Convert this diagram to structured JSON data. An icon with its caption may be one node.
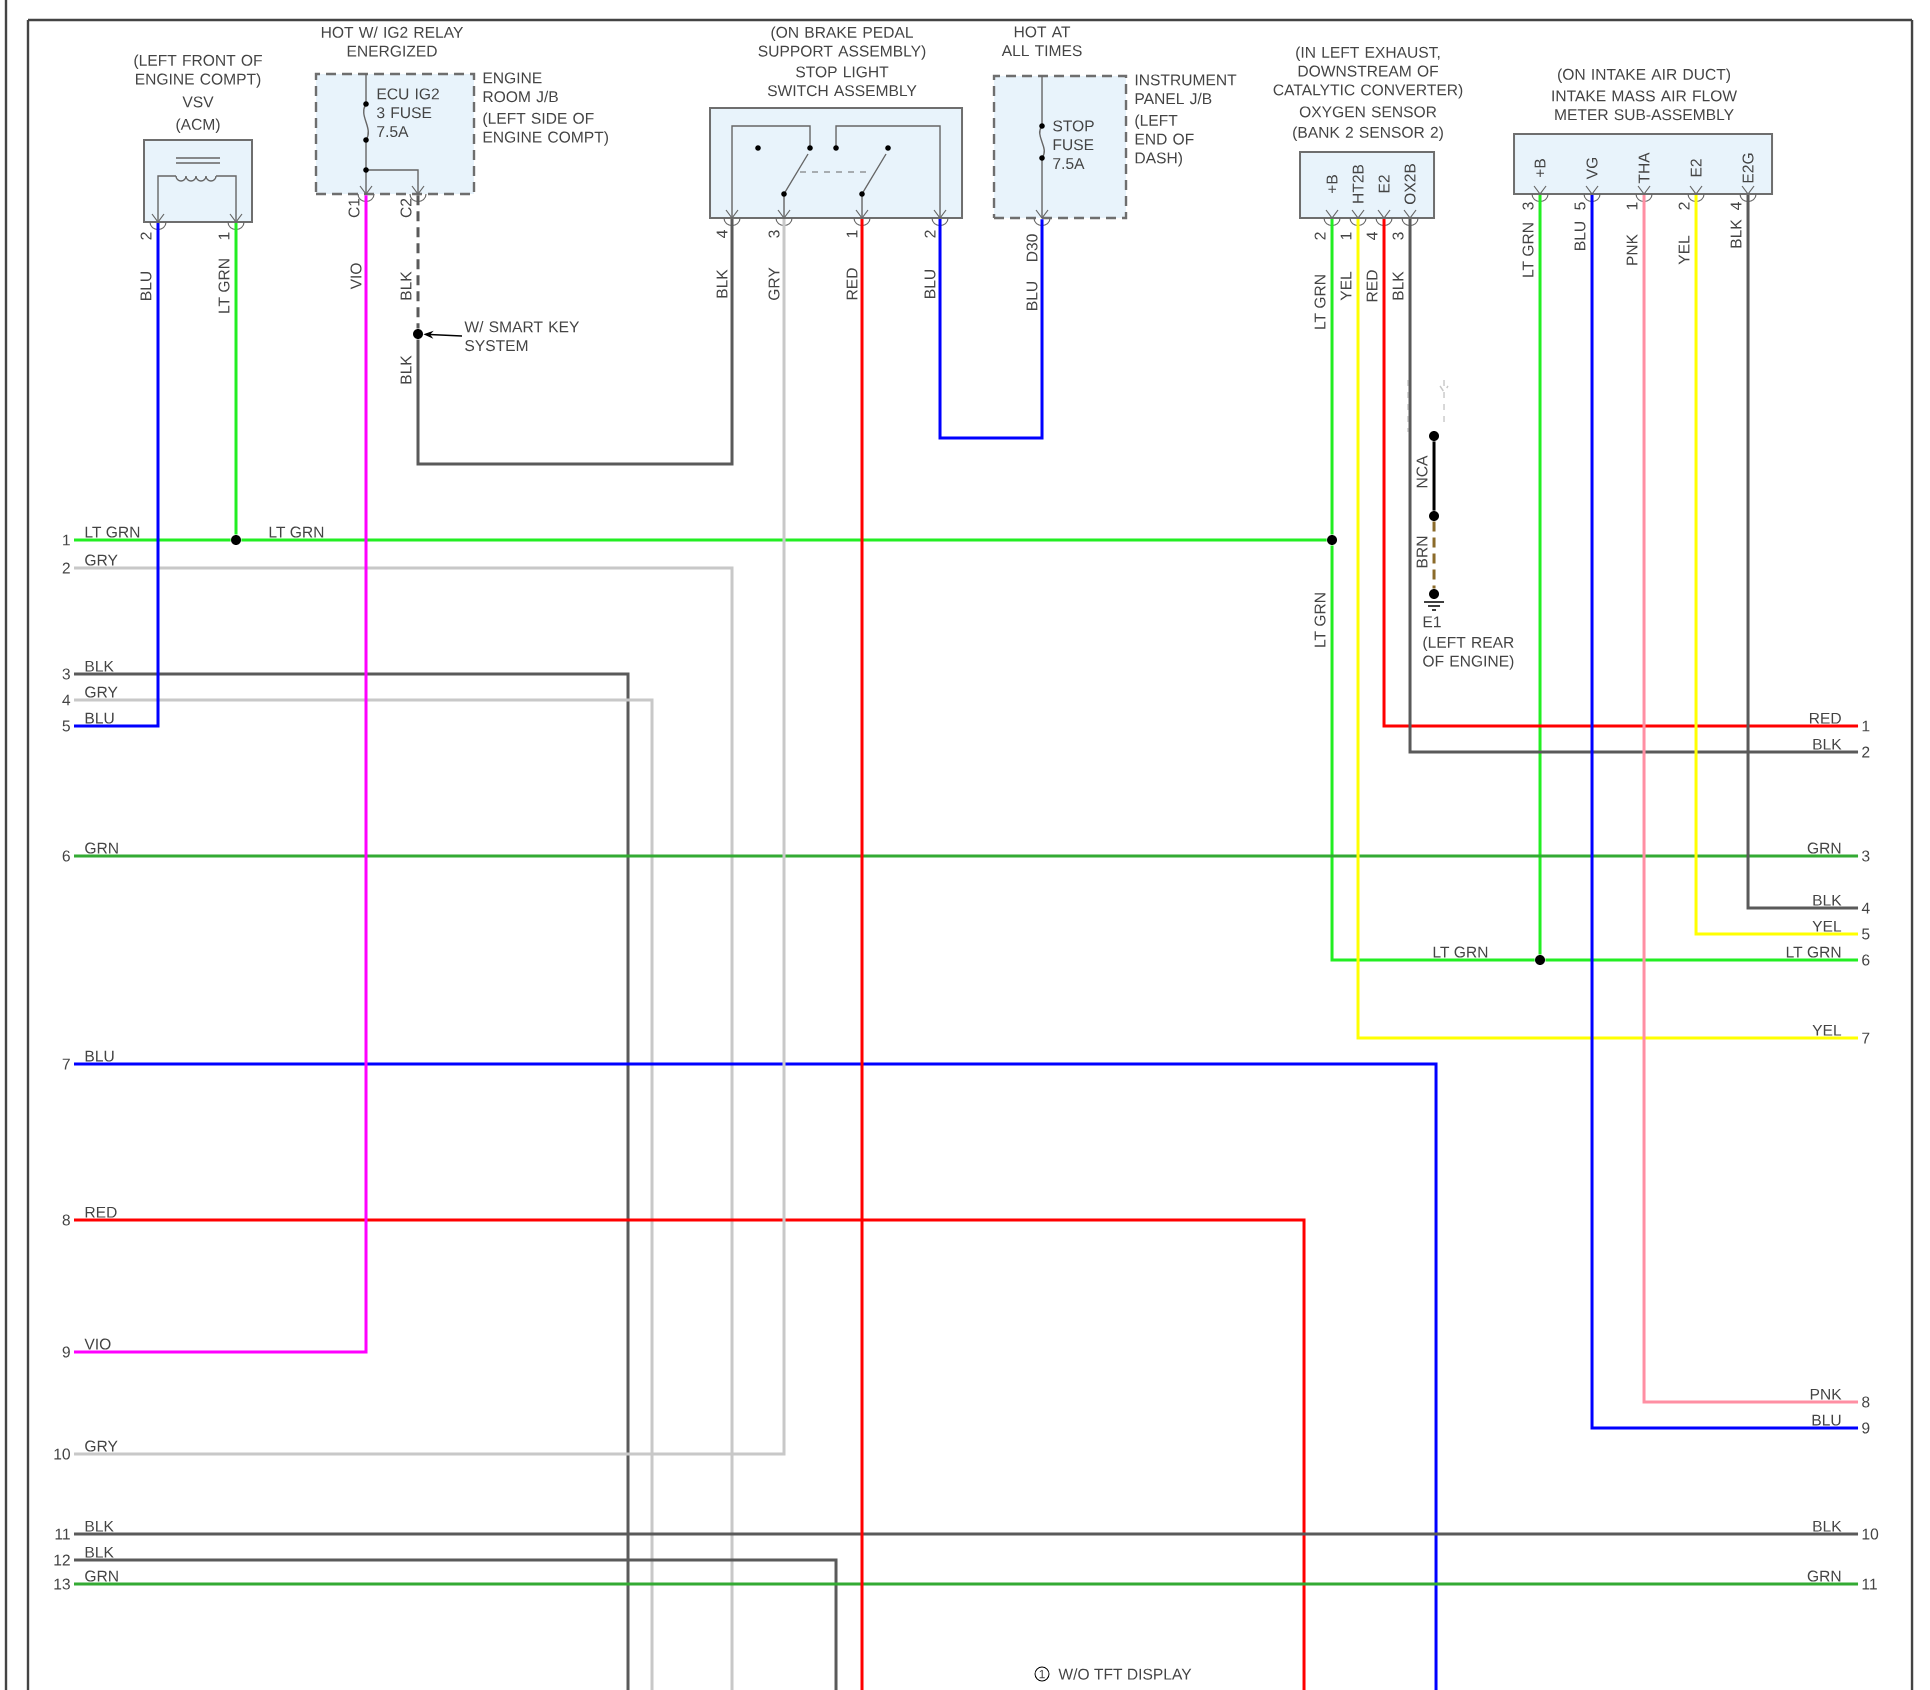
{
  "diagram": {
    "nodes": [
      {
        "text": [
          "(LEFT FRONT OF ENGINE COMPT)",
          "VSV",
          "(ACM)"
        ]
      },
      {
        "text": [
          "HOT W/ IG2 RELAY ENERGIZED",
          "ECU IG2 3 FUSE 7.5A",
          "ENGINE ROOM J/B",
          "(LEFT SIDE OF ENGINE COMPT)"
        ]
      },
      {
        "text": [
          "W/ SMART KEY SYSTEM"
        ]
      },
      {
        "text": [],
        "shape": "circle"
      },
      {
        "text": [
          "(ON BRAKE PEDAL SUPPORT ASSEMBLY)",
          "STOP LIGHT SWITCH ASSEMBLY"
        ]
      },
      {
        "text": [
          "HOT AT ALL TIMES",
          "STOP FUSE 7.5A",
          "INSTRUMENT PANEL J/B",
          "(LEFT END OF DASH)"
        ]
      },
      {
        "text": [
          "(IN LEFT EXHAUST, DOWNSTREAM OF CATALYTIC CONVERTER)",
          "OXYGEN SENSOR",
          "(BANK 2 SENSOR 2)",
          "+B",
          "HT2B",
          "E2",
          "OX2B"
        ]
      },
      {
        "text": [],
        "shape": "circle"
      },
      {
        "text": [],
        "shape": "circle"
      },
      {
        "text": [
          "E1",
          "(LEFT REAR OF ENGINE)"
        ]
      },
      {
        "text": [
          "(ON INTAKE AIR DUCT)",
          "INTAKE MASS AIR FLOW METER SUB-ASSEMBLY",
          "+B",
          "VG",
          "THA",
          "E2",
          "E2G"
        ]
      },
      {
        "text": [],
        "shape": "circle"
      },
      {
        "text": [],
        "shape": "circle"
      },
      {
        "text": [],
        "shape": "circle"
      },
      {
        "text": [
          "1"
        ]
      },
      {
        "text": [
          "2"
        ]
      },
      {
        "text": [
          "3"
        ]
      },
      {
        "text": [
          "4"
        ]
      },
      {
        "text": [
          "5"
        ]
      },
      {
        "text": [
          "6"
        ]
      },
      {
        "text": [
          "7"
        ]
      },
      {
        "text": [
          "8"
        ]
      },
      {
        "text": [
          "9"
        ]
      },
      {
        "text": [
          "10"
        ]
      },
      {
        "text": [
          "11"
        ]
      },
      {
        "text": [
          "12"
        ]
      },
      {
        "text": [
          "13"
        ]
      },
      {
        "text": [
          "1"
        ]
      },
      {
        "text": [
          "2"
        ]
      },
      {
        "text": [
          "3"
        ]
      },
      {
        "text": [
          "4"
        ]
      },
      {
        "text": [
          "5"
        ]
      },
      {
        "text": [
          "6"
        ]
      },
      {
        "text": [
          "7"
        ]
      },
      {
        "text": [
          "8"
        ]
      },
      {
        "text": [
          "9"
        ]
      },
      {
        "text": [
          "10"
        ]
      },
      {
        "text": [
          "11"
        ]
      }
    ],
    "edges": [
      {
        "from": 2,
        "to": 3,
        "arrow": "to",
        "color": "#000000"
      },
      {
        "from": 1,
        "to": 3,
        "arrow": "none",
        "style": "dashed",
        "color": "#5a5a5a"
      },
      {
        "from": 3,
        "to": 4,
        "arrow": "none",
        "color": "#5a5a5a"
      },
      {
        "from": 4,
        "to": 5,
        "arrow": "none",
        "color": "#0000ff"
      },
      {
        "from": 0,
        "to": 11,
        "arrow": "none",
        "color": "#22ee22"
      },
      {
        "from": 14,
        "to": 11,
        "arrow": "none",
        "color": "#22ee22"
      },
      {
        "from": 11,
        "to": 12,
        "arrow": "none",
        "color": "#22ee22"
      },
      {
        "from": 6,
        "to": 12,
        "arrow": "none",
        "color": "#22ee22"
      },
      {
        "from": 12,
        "to": 13,
        "arrow": "none",
        "color": "#22ee22"
      },
      {
        "from": 10,
        "to": 13,
        "arrow": "none",
        "color": "#22ee22"
      },
      {
        "from": 13,
        "to": 32,
        "arrow": "none",
        "color": "#22ee22"
      },
      {
        "from": 15,
        "to": null,
        "arrow": "none",
        "color": "#c8c8c8"
      },
      {
        "from": 16,
        "to": null,
        "arrow": "none",
        "color": "#5a5a5a"
      },
      {
        "from": 17,
        "to": null,
        "arrow": "none",
        "color": "#c8c8c8"
      },
      {
        "from": 18,
        "to": 0,
        "arrow": "none",
        "color": "#0000ff"
      },
      {
        "from": 19,
        "to": 29,
        "arrow": "none",
        "color": "#33aa33"
      },
      {
        "from": 20,
        "to": null,
        "arrow": "none",
        "color": "#0000ff"
      },
      {
        "from": 21,
        "to": null,
        "arrow": "none",
        "color": "#ff0000"
      },
      {
        "from": 22,
        "to": 1,
        "arrow": "none",
        "color": "#ff00ff"
      },
      {
        "from": 23,
        "to": 4,
        "arrow": "none",
        "color": "#c8c8c8"
      },
      {
        "from": 24,
        "to": 36,
        "arrow": "none",
        "color": "#5a5a5a"
      },
      {
        "from": 25,
        "to": null,
        "arrow": "none",
        "color": "#5a5a5a"
      },
      {
        "from": 26,
        "to": 37,
        "arrow": "none",
        "color": "#33aa33"
      },
      {
        "from": 4,
        "to": null,
        "arrow": "none",
        "color": "#ff0000"
      },
      {
        "from": 6,
        "to": 27,
        "arrow": "none",
        "color": "#ff0000"
      },
      {
        "from": 6,
        "to": 28,
        "arrow": "none",
        "color": "#5a5a5a"
      },
      {
        "from": 10,
        "to": 30,
        "arrow": "none",
        "color": "#5a5a5a"
      },
      {
        "from": 10,
        "to": 31,
        "arrow": "none",
        "color": "#ffff00"
      },
      {
        "from": 6,
        "to": 33,
        "arrow": "none",
        "color": "#ffff00"
      },
      {
        "from": 10,
        "to": 34,
        "arrow": "none",
        "color": "#ff8fa3"
      },
      {
        "from": 10,
        "to": 35,
        "arrow": "none",
        "color": "#0000ff"
      },
      {
        "from": 7,
        "to": 8,
        "arrow": "none",
        "label": "NCA",
        "color": "#000000"
      },
      {
        "from": 8,
        "to": 9,
        "arrow": "none",
        "label": "BRN",
        "style": "dashed",
        "color": "#8b6b2a"
      }
    ],
    "labels": [
      "2",
      "1",
      "BLU",
      "LT GRN",
      "C1",
      "C2",
      "VIO",
      "BLK",
      "BLK",
      "4",
      "3",
      "1",
      "2",
      "BLK",
      "GRY",
      "RED",
      "BLU",
      "D30",
      "BLU",
      "2",
      "1",
      "4",
      "3",
      "LT GRN",
      "YEL",
      "RED",
      "BLK",
      "3",
      "5",
      "1",
      "2",
      "4",
      "LT GRN",
      "BLU",
      "PNK",
      "YEL",
      "BLK",
      "LT GRN",
      "LT GRN",
      "GRY",
      "LT GRN",
      "BLK",
      "GRY",
      "BLU",
      "RED",
      "BLK",
      "GRN",
      "GRN",
      "BLK",
      "YEL",
      "LT GRN",
      "LT GRN",
      "YEL",
      "BLU",
      "RED",
      "VIO",
      "PNK",
      "BLU",
      "GRY",
      "BLK",
      "BLK",
      "BLK",
      "GRN",
      "GRN",
      "1",
      "W/O TFT DISPLAY"
    ]
  }
}
